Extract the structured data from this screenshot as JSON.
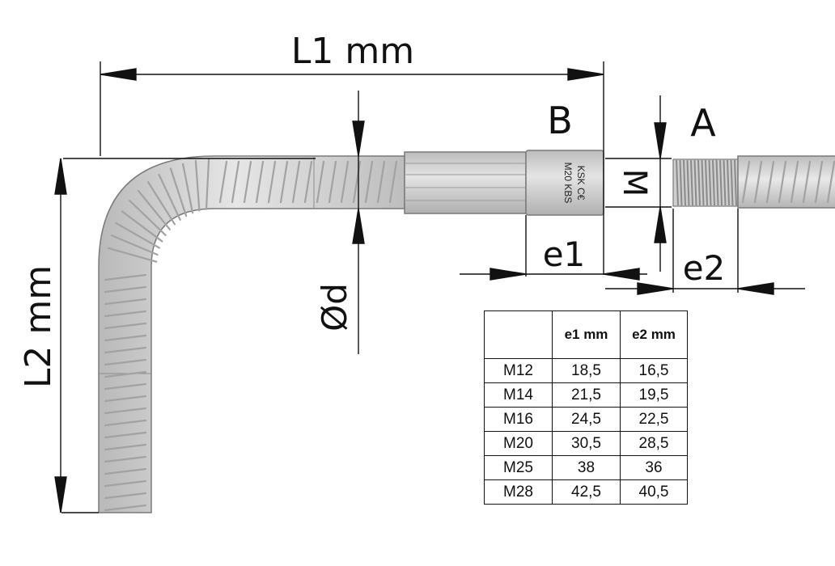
{
  "labels": {
    "L1": "L1 mm",
    "L2": "L2 mm",
    "B": "B",
    "A": "A",
    "M": "M",
    "d": "Ød",
    "e1": "e1",
    "e2": "e2",
    "coupler_line1": "KSK Ϲ€",
    "coupler_line2": "M20 KBS"
  },
  "table": {
    "headers": [
      "",
      "e1 mm",
      "e2 mm"
    ],
    "rows": [
      [
        "M12",
        "18,5",
        "16,5"
      ],
      [
        "M14",
        "21,5",
        "19,5"
      ],
      [
        "M16",
        "24,5",
        "22,5"
      ],
      [
        "M20",
        "30,5",
        "28,5"
      ],
      [
        "M25",
        "38",
        "36"
      ],
      [
        "M28",
        "42,5",
        "40,5"
      ]
    ]
  },
  "colors": {
    "bar_fill": "#d2d2d2",
    "bar_edge": "#7a7a7a",
    "rib": "#a9a9a9",
    "coupler": "#c8c8c8",
    "line": "#111111"
  }
}
